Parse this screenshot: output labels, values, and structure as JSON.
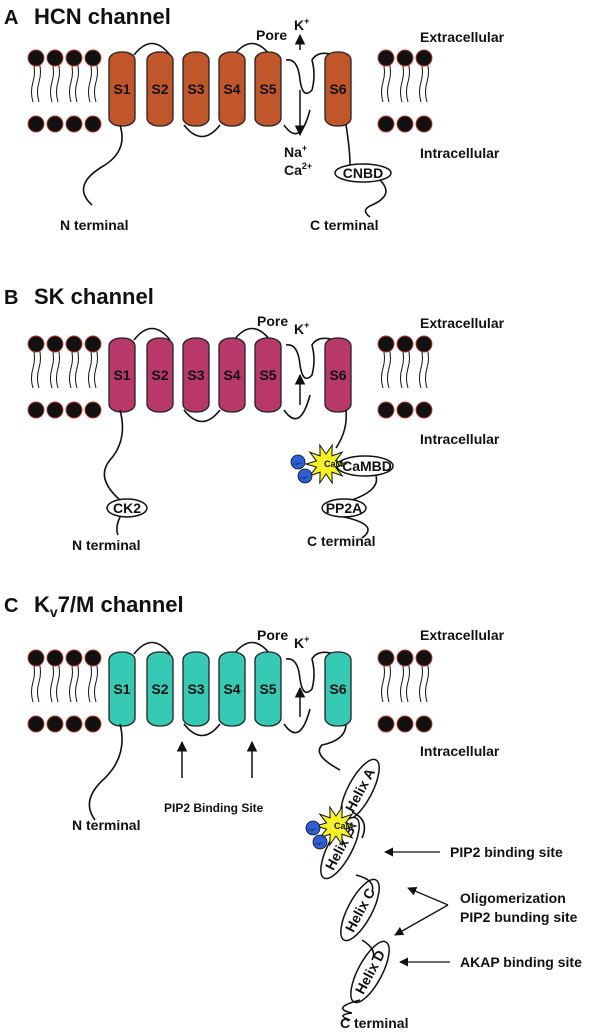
{
  "colors": {
    "hcn": "#c0562a",
    "sk": "#b8386a",
    "kv": "#36c9b3",
    "cam": "#f6f22a",
    "ca_ion": "#2d5fd6",
    "lipid_head": "#111111"
  },
  "panels": [
    {
      "letter": "A",
      "title": "HCN channel",
      "segments": [
        "S1",
        "S2",
        "S3",
        "S4",
        "S5",
        "S6"
      ],
      "pore": "Pore",
      "ion_out": "K",
      "ion_out_sup": "+",
      "ion_in_1": "Na",
      "ion_in_1_sup": "+",
      "ion_in_2": "Ca",
      "ion_in_2_sup": "2+",
      "extracellular": "Extracellular",
      "intracellular": "Intracellular",
      "domain_c": "CNBD",
      "n_term": "N terminal",
      "c_term": "C terminal"
    },
    {
      "letter": "B",
      "title": "SK channel",
      "segments": [
        "S1",
        "S2",
        "S3",
        "S4",
        "S5",
        "S6"
      ],
      "pore": "Pore",
      "ion_out": "K",
      "ion_out_sup": "+",
      "extracellular": "Extracellular",
      "intracellular": "Intracellular",
      "cam": "CaM",
      "ca_label": "Ca²⁺",
      "domain_c1": "CaMBD",
      "domain_c2": "PP2A",
      "domain_n": "CK2",
      "n_term": "N terminal",
      "c_term": "C terminal"
    },
    {
      "letter": "C",
      "title_main": "K",
      "title_sub": "v",
      "title_rest": "7/M channel",
      "segments": [
        "S1",
        "S2",
        "S3",
        "S4",
        "S5",
        "S6"
      ],
      "pore": "Pore",
      "ion_out": "K",
      "ion_out_sup": "+",
      "extracellular": "Extracellular",
      "intracellular": "Intracellular",
      "pip2_site": "PIP2 Binding Site",
      "cam": "CaM",
      "ca_label": "Ca²⁺",
      "helices": [
        "Helix A",
        "Helix B",
        "Helix C",
        "Helix D"
      ],
      "ann_1": "PIP2 binding site",
      "ann_2a": "Oligomerization",
      "ann_2b": "PIP2 bunding site",
      "ann_3": "AKAP binding site",
      "n_term": "N terminal",
      "c_term": "C terminal"
    }
  ]
}
